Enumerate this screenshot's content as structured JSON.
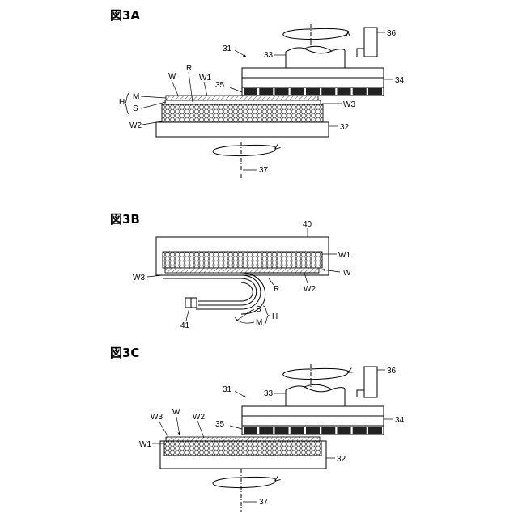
{
  "figures": {
    "fig_a": {
      "title": "図3A",
      "labels": {
        "n31": "31",
        "n33": "33",
        "n36": "36",
        "n34": "34",
        "n35": "35",
        "n32": "32",
        "n37": "37",
        "W": "W",
        "R": "R",
        "W1": "W1",
        "M": "M",
        "S": "S",
        "H": "H",
        "W3": "W3",
        "W2": "W2"
      }
    },
    "fig_b": {
      "title": "図3B",
      "labels": {
        "n40": "40",
        "W1": "W1",
        "W": "W",
        "W3": "W3",
        "R": "R",
        "W2": "W2",
        "n41": "41",
        "S": "S",
        "M": "M",
        "H": "H"
      }
    },
    "fig_c": {
      "title": "図3C",
      "labels": {
        "n31": "31",
        "n33": "33",
        "n36": "36",
        "n34": "34",
        "n35": "35",
        "n32": "32",
        "n37": "37",
        "W3": "W3",
        "W": "W",
        "W2": "W2",
        "W1": "W1"
      }
    }
  },
  "icons": {
    "rotation_arrow": "rotation-arrow-icon",
    "pointer_arrow": "pointer-arrow-icon"
  }
}
